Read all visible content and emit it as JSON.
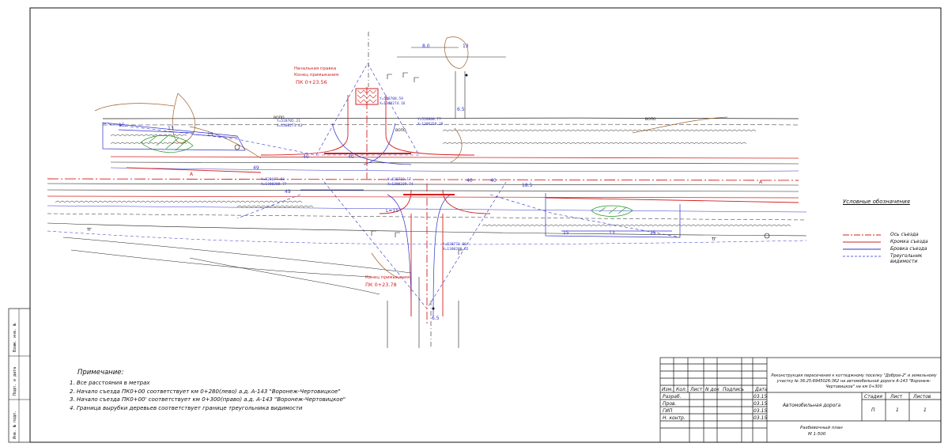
{
  "notes": {
    "heading": "Примечание:",
    "items": [
      "1. Все расстояния в метрах",
      "2. Начало съезда ПК0+00 соответствует км 0+280(лево) а.д. А-143 \"Воронеж-Чертовицкое\"",
      "3. Начало съезда ПК0+00' соответствует км 0+300(право) а.д. А-143 \"Воронеж-Чертовицкое\"",
      "4. Граница вырубки деревьев соответствует границе треугольника видимости"
    ]
  },
  "legend": {
    "title": "Условные обозначения",
    "items": [
      {
        "label": "Ось съезда",
        "color": "#d42020",
        "style": "dashdot"
      },
      {
        "label": "Кромка съезда",
        "color": "#d42020",
        "style": "solid"
      },
      {
        "label": "Бровка съезда",
        "color": "#3030c8",
        "style": "solid"
      },
      {
        "label": "Треугольник видимости",
        "color": "#3030c8",
        "style": "dashed"
      }
    ]
  },
  "side_stamp": {
    "field1": "Инв. № подл.",
    "field2": "Подп. и дата",
    "field3": "Взам. инв. №"
  },
  "title_block": {
    "headers": {
      "izm": "Изм.",
      "kol": "Кол.",
      "list": "Лист",
      "ndok": "N док",
      "podpis": "Подпись",
      "data": "Дата"
    },
    "rows": [
      {
        "role": "Разраб.",
        "date": "03.15"
      },
      {
        "role": "Пров.",
        "date": "03.15"
      },
      {
        "role": "ГИП",
        "date": "03.15"
      },
      {
        "role": "Н. контр.",
        "date": "03.15"
      }
    ],
    "project_title": "Реконструкция пересечения к коттеджному поселку \"Доброе-2\" и земельному участку № 36:25:6945026:362 на автомобильной дороге А-143 \"Воронеж-Чертовицкое\" на км 0+300",
    "object_name": "Автомобильная дорога",
    "stage_header": "Стадия",
    "sheet_header": "Лист",
    "sheets_header": "Листов",
    "stage": "П",
    "sheet": "1",
    "sheets": "1",
    "drawing_name": "Разбивочный план",
    "scale": "М 1:500"
  },
  "plan_labels": {
    "start_1_a": "Начальная правка",
    "start_1_b": "Конец примыкания",
    "start_1_pk": "ПК 0+23.56",
    "end_2_a": "Конец примыкания",
    "end_2_pk": "ПК 0+23.78",
    "axis_a": "А",
    "wopo": "ВОПО",
    "tg": "ТГ",
    "dims": [
      "15",
      "13",
      "15",
      "49",
      "40",
      "40",
      "40",
      "40",
      "49",
      "13",
      "15",
      "15",
      "L=15",
      "18.5",
      "6.5",
      "6.5",
      "8.0",
      "13"
    ],
    "coords": [
      "Y=528708.59",
      "X=1300274.16",
      "Y=528705.21",
      "X=1300271.43",
      "Y=528677.83",
      "X=1300208.77",
      "Y=528800.77",
      "X=1300258.29",
      "Y=528719.17",
      "X=1300239.74",
      "Y=528773.00",
      "X=1300280.65"
    ]
  },
  "colors": {
    "red": "#d42020",
    "blue": "#3030c8",
    "green": "#1a9a1a",
    "brown": "#a0602a",
    "black": "#111111"
  }
}
